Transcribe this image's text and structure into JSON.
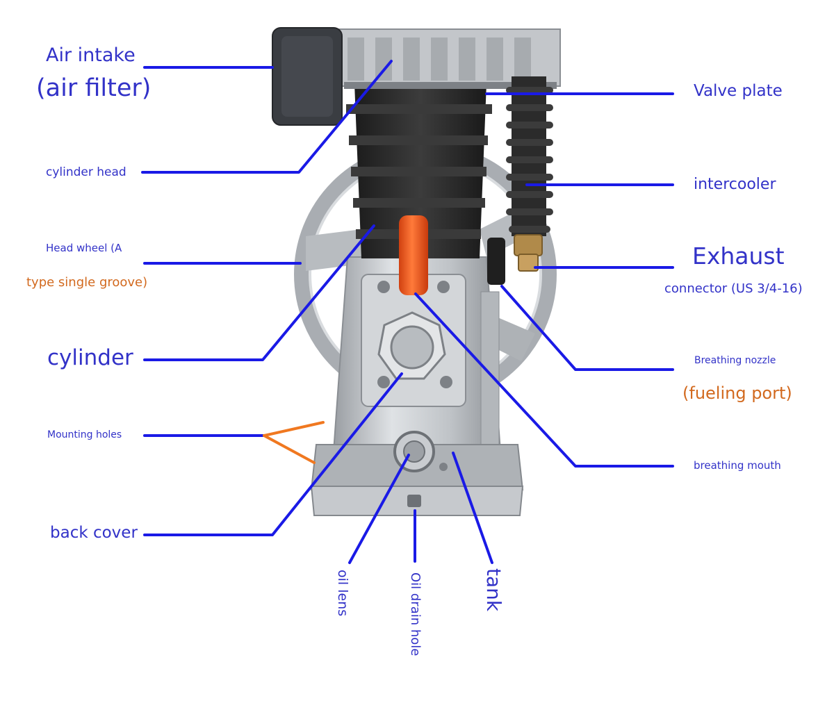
{
  "colors": {
    "label_blue": "#3232c8",
    "label_orange": "#d2691e",
    "leader_blue": "#1a1ae6",
    "leader_orange": "#f07820",
    "metal": "#c4c7cb",
    "fins": "#2b2b2b",
    "filter": "#3a3d42",
    "oil_cap": "#f05a1e"
  },
  "labels": {
    "air_intake_1": "Air intake",
    "air_intake_2": "(air filter)",
    "cylinder_head": "cylinder head",
    "head_wheel_1": "Head wheel (A",
    "head_wheel_2": "type single groove)",
    "cylinder": "cylinder",
    "mounting_holes": "Mounting holes",
    "back_cover": "back cover",
    "valve_plate": "Valve plate",
    "intercooler": "intercooler",
    "exhaust_1": "Exhaust",
    "exhaust_2": "connector (US 3/4-16)",
    "breathing_nozzle_1": "Breathing nozzle",
    "breathing_nozzle_2": "(fueling port)",
    "breathing_mouth": "breathing mouth",
    "oil_lens": "oil lens",
    "oil_drain_hole": "Oil drain hole",
    "tank": "tank"
  }
}
